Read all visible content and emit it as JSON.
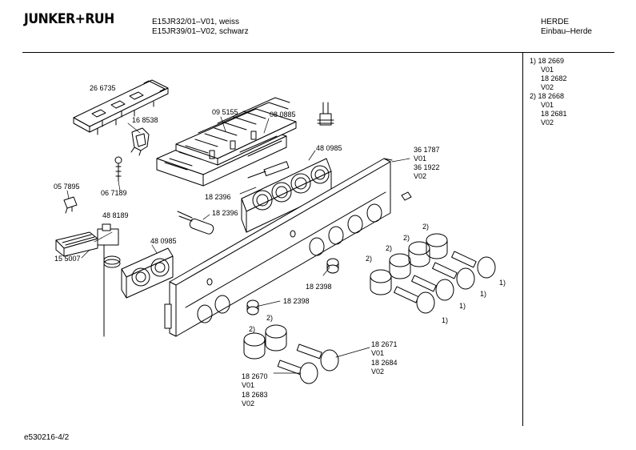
{
  "header": {
    "brand": "JUNKER+RUH",
    "model_line_1": "E15JR32/01–V01, weiss",
    "model_line_2": "E15JR39/01–V02, schwarz",
    "category": "HERDE",
    "subcategory": "Einbau–Herde"
  },
  "footnotes": [
    "1)  18 2669",
    "V01",
    "18 2682",
    "V02",
    "2)  18 2668",
    "V01",
    "18 2681",
    "V02"
  ],
  "part_labels": {
    "p266735": "26 6735",
    "p168538": "16 8538",
    "p095155": "09 5155",
    "p080885": "08 0885",
    "p480985a": "48 0985",
    "p361787": "36 1787",
    "p361787_v01": "V01",
    "p361922": "36 1922",
    "p361922_v02": "V02",
    "p057895": "05 7895",
    "p067189": "06 7189",
    "p182396a": "18 2396",
    "p182396b": "18 2396",
    "p488189": "48 8189",
    "p480985b": "48 0985",
    "p155007": "15 5007",
    "p182398a": "18 2398",
    "p182398b": "18 2398",
    "p182671": "18 2671",
    "p182671_v01": "V01",
    "p182684": "18 2684",
    "p182684_v02": "V02",
    "p182670": "18 2670",
    "p182670_v01": "V01",
    "p182683": "18 2683",
    "p182683_v02": "V02"
  },
  "callouts": {
    "k2a": "2)",
    "k2b": "2)",
    "k2c": "2)",
    "k2d": "2)",
    "k2e": "2)",
    "k2f": "2)",
    "k1a": "1)",
    "k1b": "1)",
    "k1c": "1)",
    "k1d": "1)"
  },
  "footer": {
    "code": "e530216-4/2"
  }
}
